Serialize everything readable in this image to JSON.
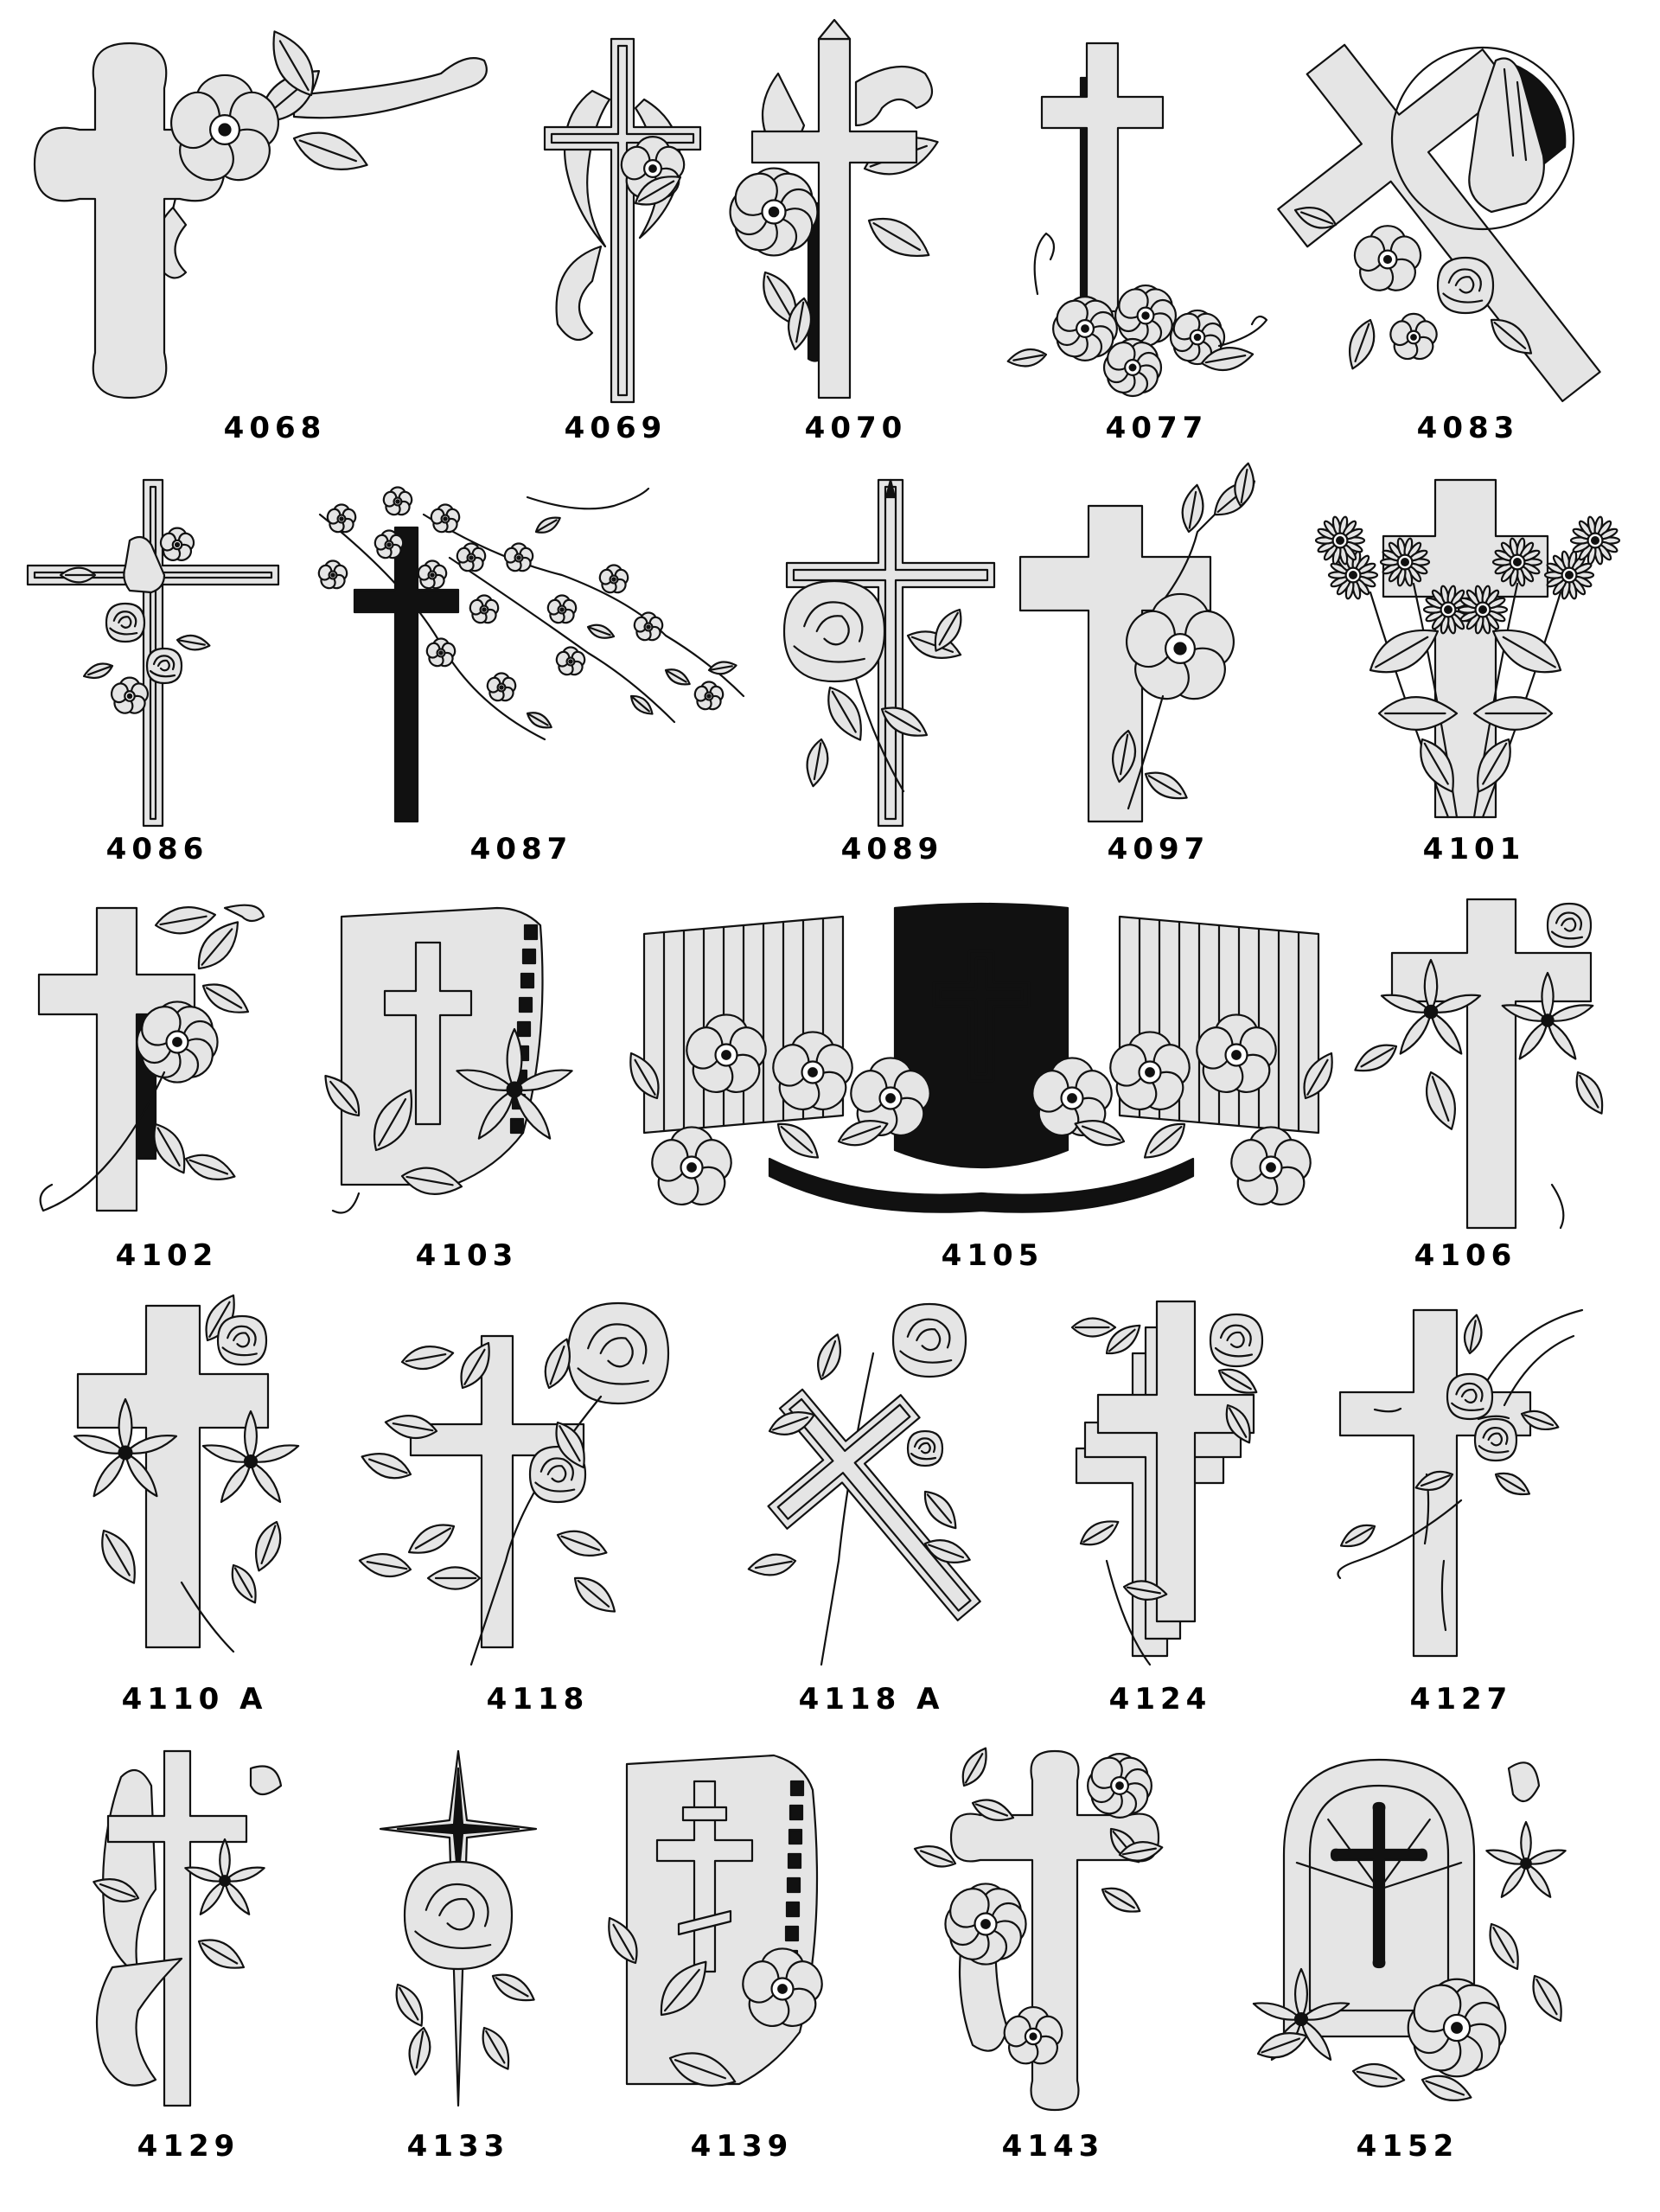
{
  "palette": {
    "fill": "#e5e5e5",
    "ink": "#111111",
    "paper": "#ffffff"
  },
  "designs": [
    {
      "label": "4068",
      "kind": "cross-corner-vine"
    },
    {
      "label": "4069",
      "kind": "cross-leaves"
    },
    {
      "label": "4070",
      "kind": "cross-flower"
    },
    {
      "label": "4077",
      "kind": "cross-flower-base"
    },
    {
      "label": "4083",
      "kind": "praying-hands-cross"
    },
    {
      "label": "4086",
      "kind": "cross-thin"
    },
    {
      "label": "4087",
      "kind": "cross-dark-branch"
    },
    {
      "label": "4089",
      "kind": "cross-rose"
    },
    {
      "label": "4097",
      "kind": "cross-flower"
    },
    {
      "label": "4101",
      "kind": "cross-daisies"
    },
    {
      "label": "4102",
      "kind": "cross-flower"
    },
    {
      "label": "4103",
      "kind": "panel-cross-lily"
    },
    {
      "label": "4105",
      "kind": "wide-panel-cross"
    },
    {
      "label": "4106",
      "kind": "cross-lilies"
    },
    {
      "label": "4110 A",
      "kind": "cross-lilies"
    },
    {
      "label": "4118",
      "kind": "cross-rose"
    },
    {
      "label": "4118 A",
      "kind": "tilted-cross-rose"
    },
    {
      "label": "4124",
      "kind": "triple-cross-rose"
    },
    {
      "label": "4127",
      "kind": "rustic-cross"
    },
    {
      "label": "4129",
      "kind": "cross-leaves"
    },
    {
      "label": "4133",
      "kind": "star-cross-rose"
    },
    {
      "label": "4139",
      "kind": "panel-orthodox-cross"
    },
    {
      "label": "4143",
      "kind": "budded-cross-flowers"
    },
    {
      "label": "4152",
      "kind": "arch-cross-flowers"
    }
  ]
}
